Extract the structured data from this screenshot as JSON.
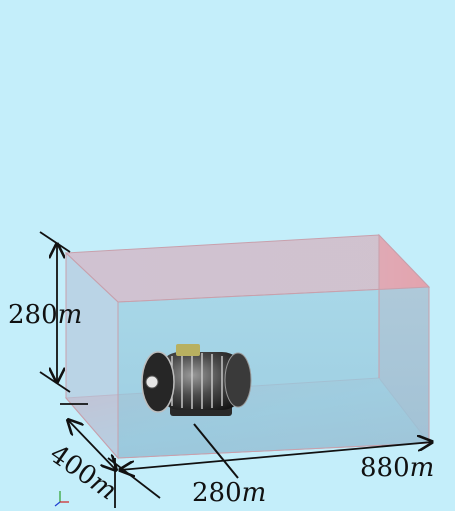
{
  "diagram": {
    "labels": {
      "height": {
        "value": "280",
        "unit": "m"
      },
      "depth": {
        "value": "400",
        "unit": "m"
      },
      "length": {
        "value": "880",
        "unit": "m"
      },
      "motor_offset": {
        "value": "280",
        "unit": "m"
      }
    },
    "colors": {
      "background": "#c4eefa",
      "box_edge": "#c4a0a8",
      "end_face": "#e8a0a8",
      "box_face": "#a8d8ea",
      "dimension_line": "#111111"
    }
  }
}
